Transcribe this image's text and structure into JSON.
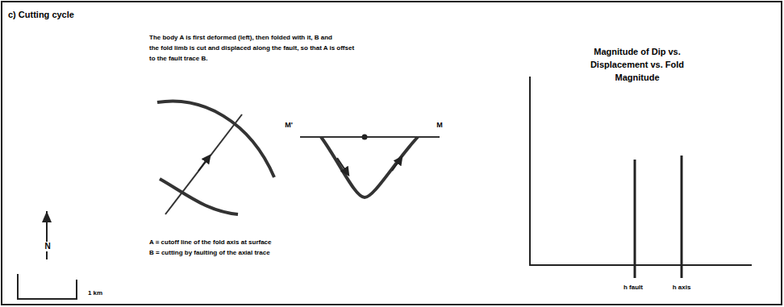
{
  "diagram": {
    "title": "c) Cutting cycle",
    "labels": [
      "The body A is first deformed (left), then folded with it, B and",
      "the fold limb is cut and displaced along the fault, so that A is offset",
      "to the fault trace B.",
      "M'",
      "M",
      "A = cutoff line of the fold axis at surface",
      "B = cutting by faulting of the axial trace",
      "Magnitude of Dip vs.",
      "Displacement vs. Fold",
      "Magnitude",
      "h fault",
      "h axis",
      "N",
      "1 km"
    ]
  }
}
